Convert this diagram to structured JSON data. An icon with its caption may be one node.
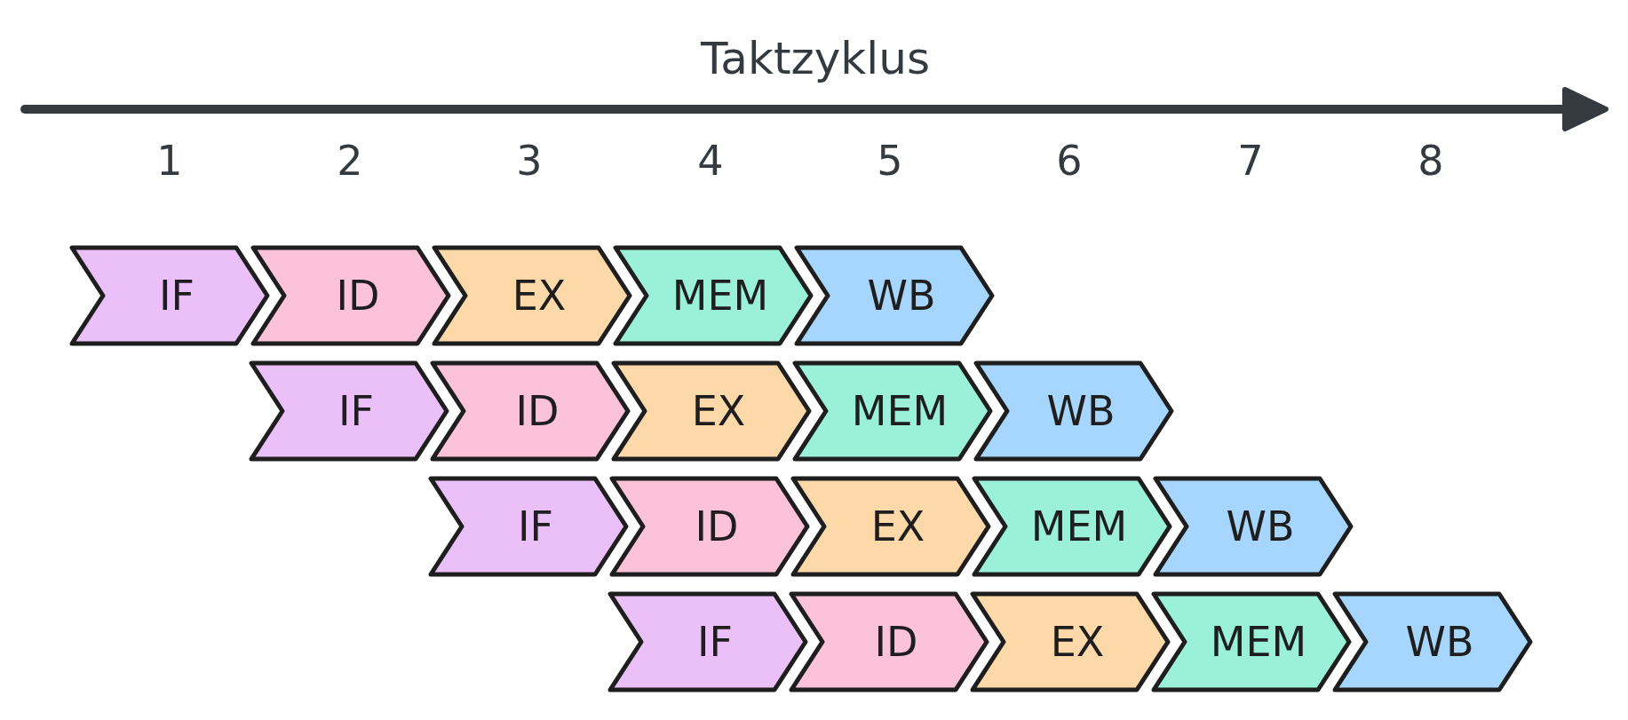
{
  "diagram": {
    "nodes": [
      {
        "text": [
          "IF"
        ]
      },
      {
        "text": [
          "ID"
        ]
      },
      {
        "text": [
          "EX"
        ]
      },
      {
        "text": [
          "MEM"
        ]
      },
      {
        "text": [
          "WB"
        ]
      },
      {
        "text": [
          "IF"
        ]
      },
      {
        "text": [
          "ID"
        ]
      },
      {
        "text": [
          "EX"
        ]
      },
      {
        "text": [
          "MEM"
        ]
      },
      {
        "text": [
          "WB"
        ]
      },
      {
        "text": [
          "IF"
        ]
      },
      {
        "text": [
          "ID"
        ]
      },
      {
        "text": [
          "EX"
        ]
      },
      {
        "text": [
          "MEM"
        ]
      },
      {
        "text": [
          "WB"
        ]
      },
      {
        "text": [
          "IF"
        ]
      },
      {
        "text": [
          "ID"
        ]
      },
      {
        "text": [
          "EX"
        ]
      },
      {
        "text": [
          "MEM"
        ]
      },
      {
        "text": [
          "WB"
        ]
      }
    ],
    "edges": [],
    "labels": [
      "Taktzyklus",
      "1",
      "2",
      "3",
      "4",
      "5",
      "6",
      "7",
      "8"
    ]
  }
}
